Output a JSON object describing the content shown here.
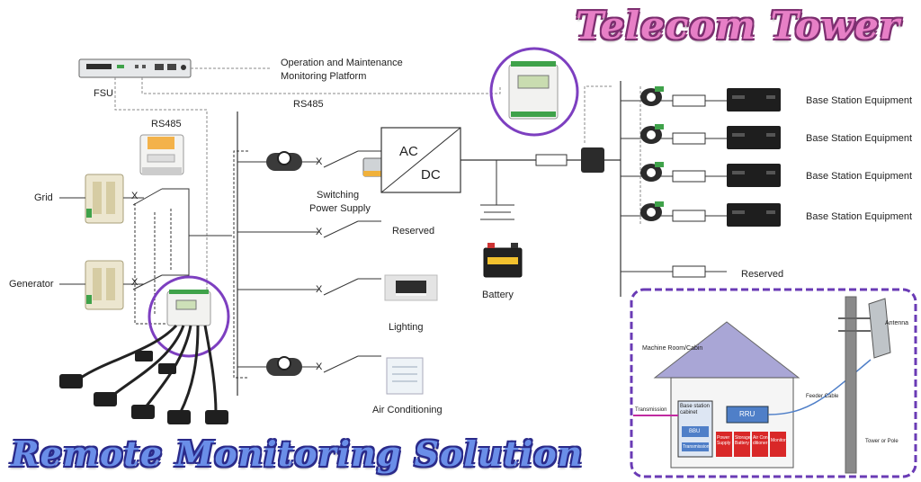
{
  "titles": {
    "top_right": "Telecom Tower",
    "bottom_left": "Remote Monitoring Solution"
  },
  "labels": {
    "fsu": "FSU",
    "om_line1": "Operation and Maintenance",
    "om_line2": "Monitoring Platform",
    "rs485_left": "RS485",
    "rs485_bus": "RS485",
    "grid": "Grid",
    "generator": "Generator",
    "ac": "AC",
    "dc": "DC",
    "switching_line1": "Switching",
    "switching_line2": "Power Supply",
    "reserved_mid": "Reserved",
    "lighting": "Lighting",
    "air_conditioning": "Air Conditioning",
    "battery": "Battery",
    "reserved_right": "Reserved",
    "breaker_mark": "X"
  },
  "base_stations": [
    {
      "label": "Base Station Equipment"
    },
    {
      "label": "Base Station Equipment"
    },
    {
      "label": "Base Station Equipment"
    },
    {
      "label": "Base Station Equipment"
    }
  ],
  "inset": {
    "machine_room": "Machine Room/Cabin",
    "antenna": "Antenna",
    "feeder_cable": "Feeder Cable",
    "tower_or_pole": "Tower or Pole",
    "transmission": "Transmission",
    "cabinet_line1": "Base station",
    "cabinet_line2": "cabinet",
    "bbu": "BBU",
    "transmission_box": "Transmission",
    "rru": "RRU",
    "power_supply_line1": "Power",
    "power_supply_line2": "Supply",
    "storage_battery_line1": "Storage",
    "storage_battery_line2": "Battery",
    "air_con_line1": "Air Con",
    "air_con_line2": "ditioner",
    "monitor": "Monitor"
  },
  "colors": {
    "title_pink": "#e77fc6",
    "title_blue": "#6a8ee8",
    "inset_border": "#6a3bb5",
    "roof": "#a9a6d6",
    "rru_blue": "#4f7fc8",
    "red_box": "#d92828",
    "device_green": "#3fa24a"
  }
}
